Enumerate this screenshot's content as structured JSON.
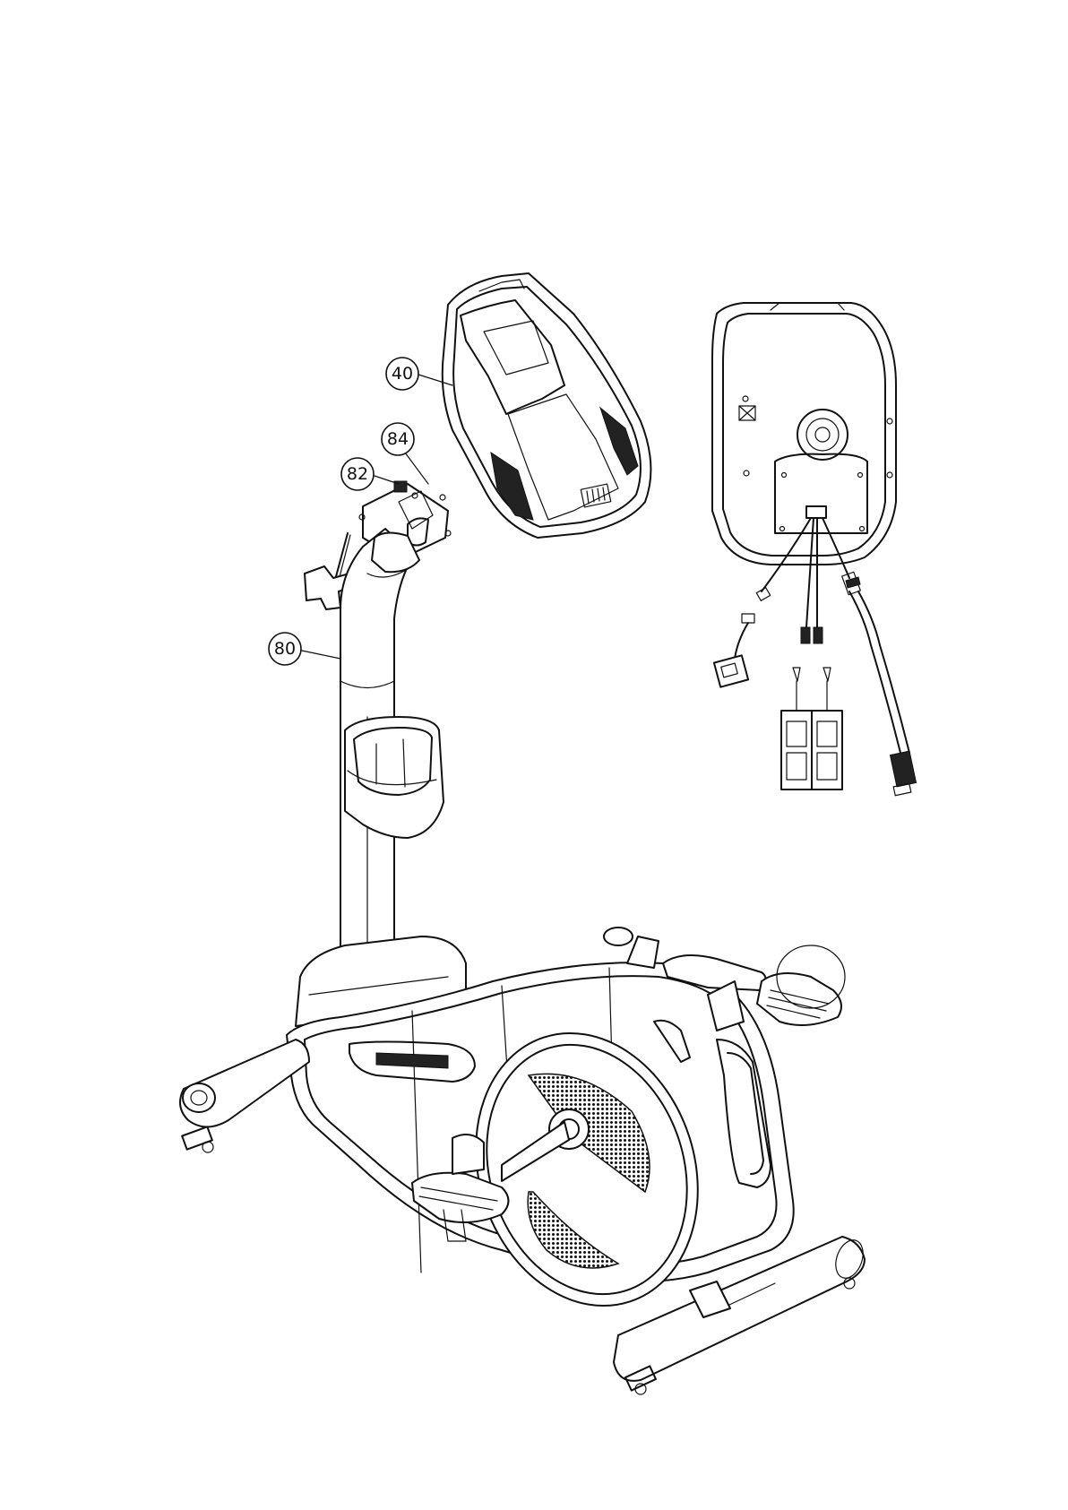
{
  "callouts": [
    {
      "id": "40",
      "label": "40"
    },
    {
      "id": "84",
      "label": "84"
    },
    {
      "id": "82",
      "label": "82"
    },
    {
      "id": "80",
      "label": "80"
    }
  ],
  "colors": {
    "line": "#111111",
    "background": "#ffffff"
  }
}
